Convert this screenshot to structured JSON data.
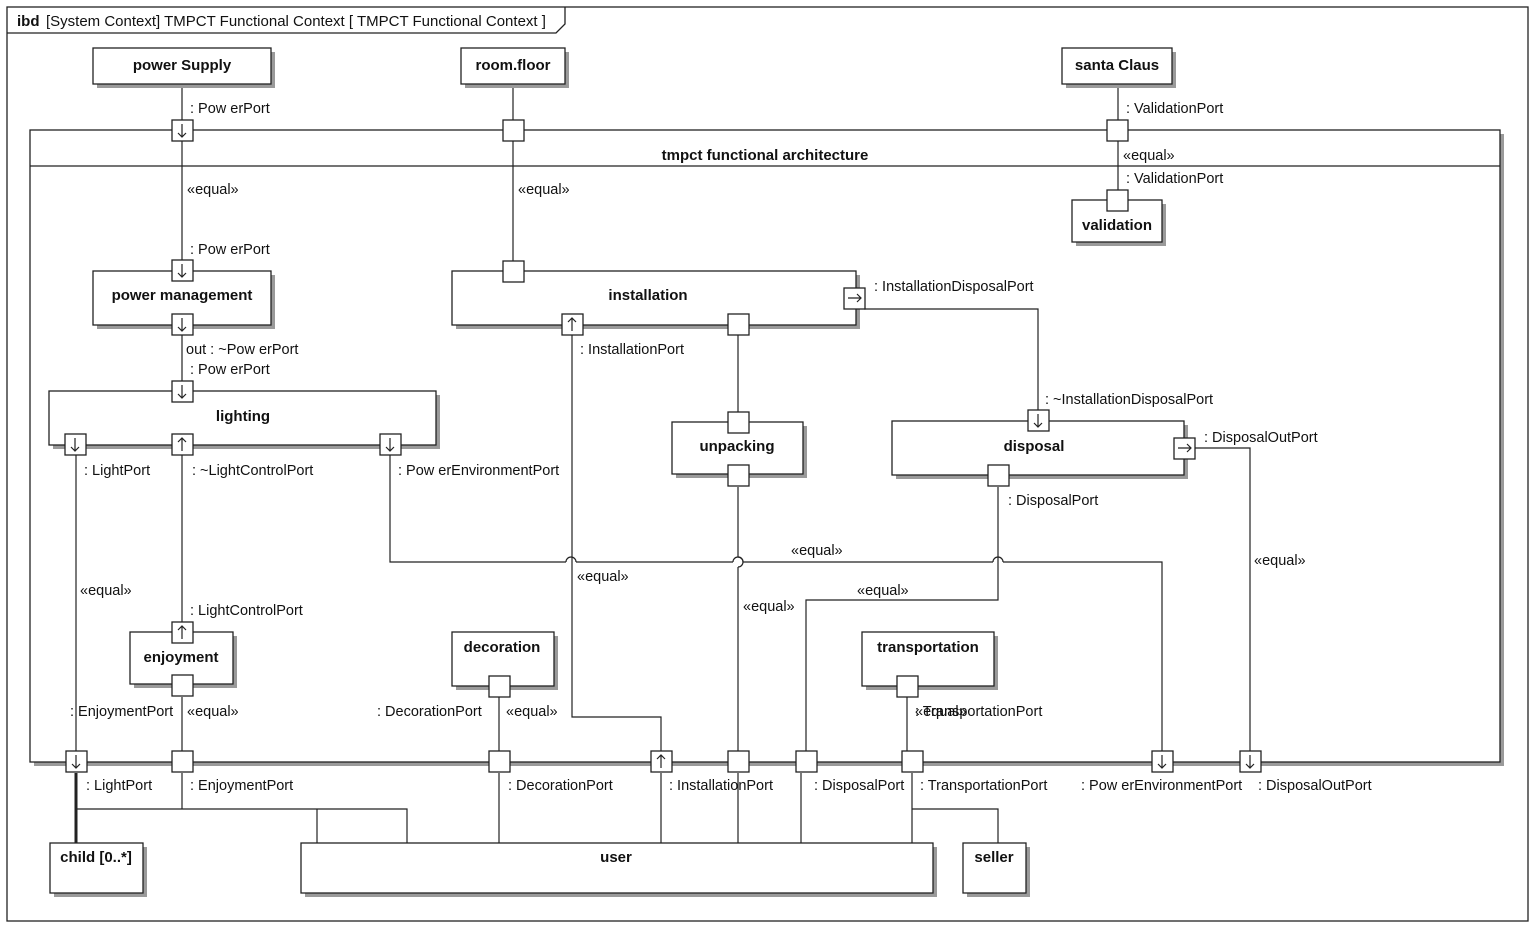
{
  "frame": {
    "kind": "ibd",
    "title": "[System Context]  TMPCT Functional Context [  TMPCT Functional Context  ]"
  },
  "blocks": {
    "power_supply": "power Supply",
    "room_floor": "room.floor",
    "santa_claus": "santa Claus",
    "architecture": "tmpct functional architecture",
    "validation": "validation",
    "power_management": "power management",
    "installation": "installation",
    "lighting": "lighting",
    "unpacking": "unpacking",
    "disposal": "disposal",
    "enjoyment": "enjoyment",
    "decoration": "decoration",
    "transportation": "transportation",
    "child": "child [0..*]",
    "user": "user",
    "seller": "seller"
  },
  "labels": {
    "ps_powerport": ": Pow erPort",
    "sc_validationport": ": ValidationPort",
    "equal_ps": "«equal»",
    "equal_room": "«equal»",
    "equal_validation": "«equal»",
    "val_validationport": ": ValidationPort",
    "pm_powerport": ": Pow erPort",
    "inst_disposalport": ": InstallationDisposalPort",
    "pm_out": "out : ~Pow erPort",
    "inst_installationport": ": InstallationPort",
    "lighting_powerport": ": Pow erPort",
    "disp_tilde_port": ": ~InstallationDisposalPort",
    "disp_outport": ": DisposalOutPort",
    "light_lightport": ": LightPort",
    "light_controlport": ": ~LightControlPort",
    "light_powerenv": ": Pow erEnvironmentPort",
    "disp_disposalport": ": DisposalPort",
    "equal_mid": "«equal»",
    "equal_dispout": "«equal»",
    "equal_light": "«equal»",
    "equal_inst": "«equal»",
    "equal_disp": "«equal»",
    "equal_unpack": "«equal»",
    "enj_controlport": ": LightControlPort",
    "enj_enjoymentport": ": EnjoymentPort",
    "equal_enj": "«equal»",
    "dec_decorationport": ": DecorationPort",
    "equal_dec": "«equal»",
    "trans_equal": "«equal»",
    "trans_port": ": TransportationPort",
    "bot_lightport": ": LightPort",
    "bot_enjoymentport": ": EnjoymentPort",
    "bot_decorationport": ": DecorationPort",
    "bot_installationport": ": InstallationPort",
    "bot_disposalport": ": DisposalPort",
    "bot_transportationport": ": TransportationPort",
    "bot_powerenv": ": Pow erEnvironmentPort",
    "bot_disposaloutport": ": DisposalOutPort"
  }
}
